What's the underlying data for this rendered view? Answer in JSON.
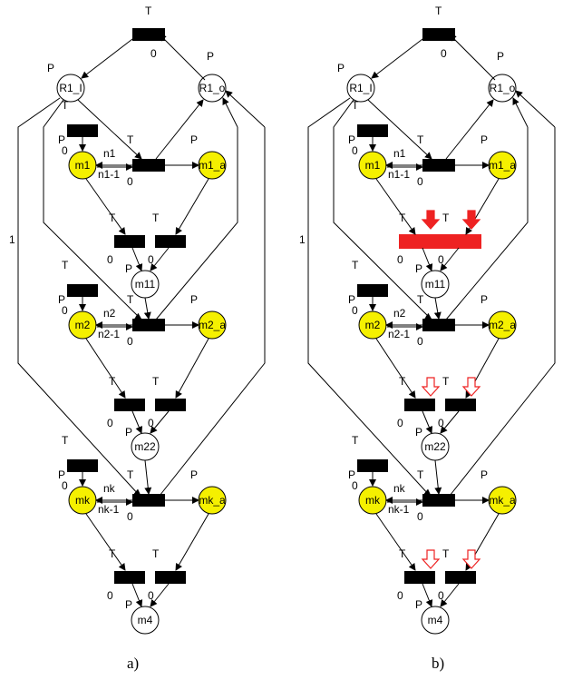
{
  "colors": {
    "place_marked": "#f5f000",
    "place_plain": "#ffffff",
    "transition": "#000000",
    "transition_highlight": "#ee2222",
    "arrow_enabled": "#ee2222",
    "arrow_outline": "#ee2222"
  },
  "labels": {
    "T": "T",
    "P": "P",
    "zero": "0",
    "one": "1"
  },
  "places": {
    "R1_I": "R1_I",
    "R1_o": "R1_o",
    "m1": "m1",
    "m1_a": "m1_a",
    "m11": "m11",
    "m2": "m2",
    "m2_a": "m2_a",
    "m22": "m22",
    "mk": "mk",
    "mk_a": "mk_a",
    "m4": "m4"
  },
  "weights": {
    "n1": "n1",
    "n1_minus": "n1-1",
    "n2": "n2",
    "n2_minus": "n2-1",
    "nk": "nk",
    "nk_minus": "nk-1"
  },
  "captions": {
    "a": "a)",
    "b": "b)"
  },
  "icons": {
    "enabled_marker": "filled-down-arrow-icon",
    "potential_marker": "outlined-down-arrow-icon"
  }
}
